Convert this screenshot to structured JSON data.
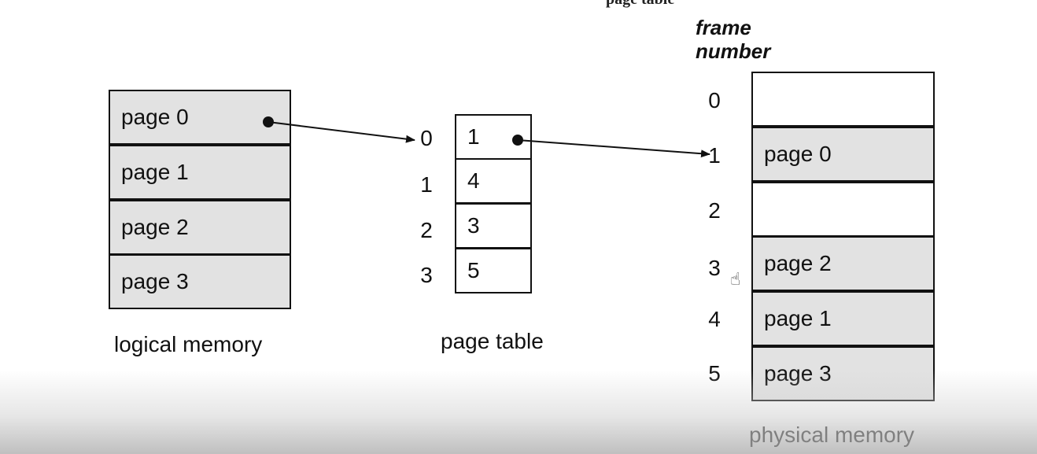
{
  "header": {
    "cut_title": "page table",
    "frame_number_label": "frame\nnumber"
  },
  "logical_memory": {
    "caption": "logical memory",
    "pages": [
      "page 0",
      "page 1",
      "page 2",
      "page 3"
    ]
  },
  "page_table": {
    "caption": "page table",
    "indices": [
      "0",
      "1",
      "2",
      "3"
    ],
    "entries": [
      "1",
      "4",
      "3",
      "5"
    ]
  },
  "physical_memory": {
    "caption": "physical memory",
    "frame_numbers": [
      "0",
      "1",
      "2",
      "3",
      "4",
      "5"
    ],
    "frames": [
      "",
      "page 0",
      "",
      "page 2",
      "page 1",
      "page 3"
    ]
  },
  "colors": {
    "filled_cell": "#e2e2e2",
    "border": "#111111"
  },
  "icons": {
    "cursor": "hand-cursor-icon"
  }
}
